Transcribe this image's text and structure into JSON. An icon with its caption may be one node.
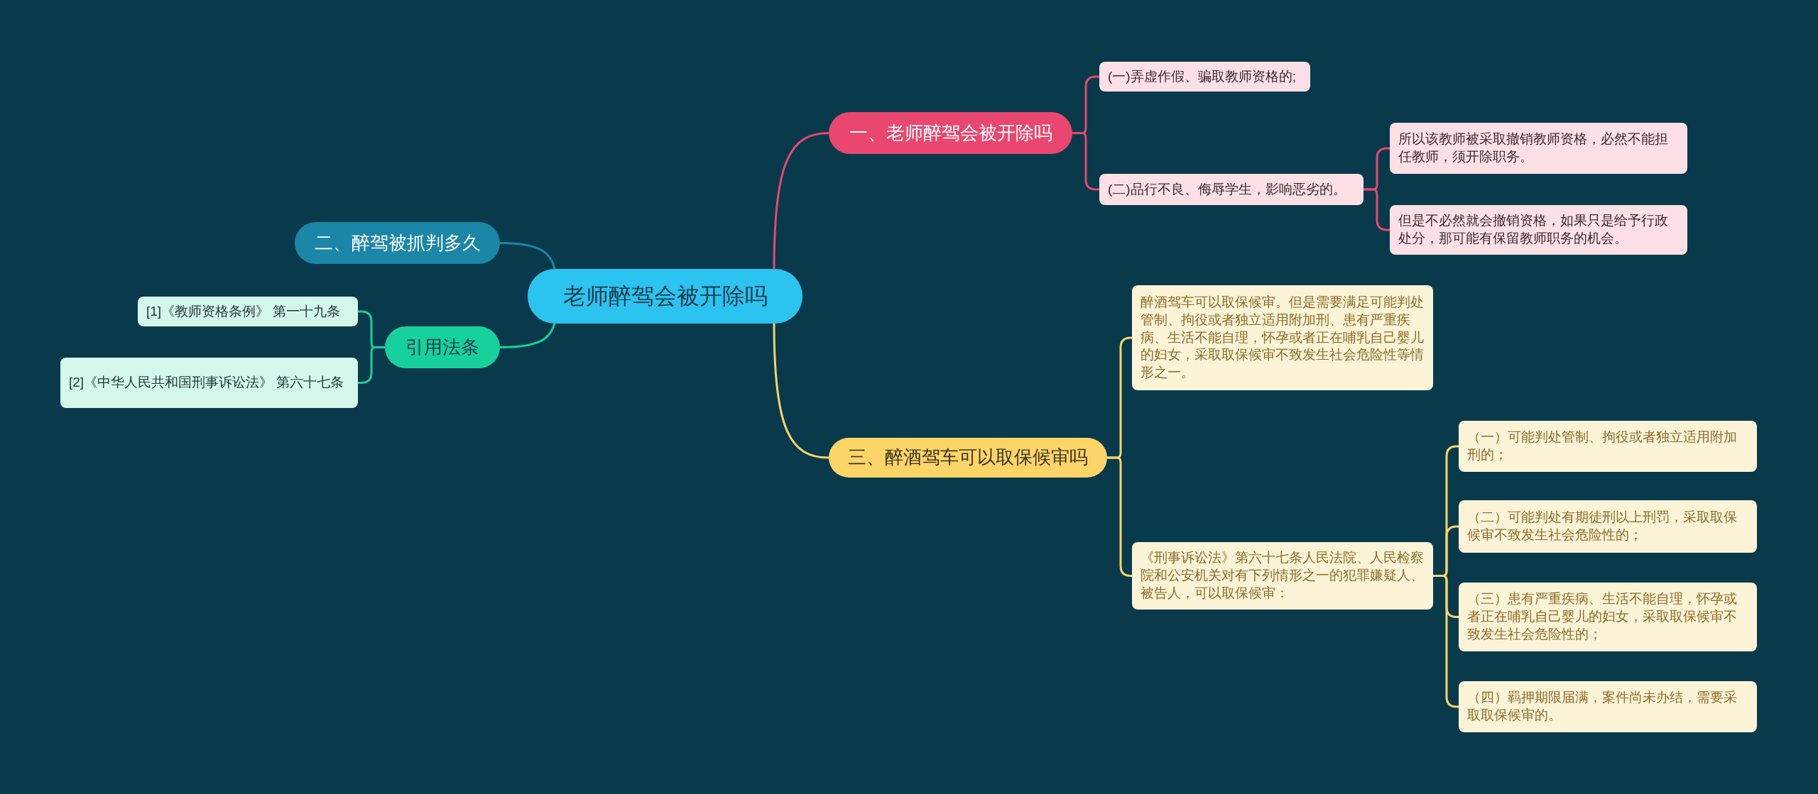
{
  "diagram": {
    "nodes": [
      {
        "text": [
          "老师醉驾会被开除吗"
        ]
      },
      {
        "text": [
          "一、老师醉驾会被开除吗"
        ]
      },
      {
        "text": [
          "(一)弄虚作假、骗取教师资格的;"
        ]
      },
      {
        "text": [
          "(二)品行不良、侮辱学生，影响恶劣的。"
        ]
      },
      {
        "text": [
          "所以该教师被采取撤销教师资格，必然不能担任教师，须开除职务。"
        ]
      },
      {
        "text": [
          "但是不必然就会撤销资格，如果只是给予行政处分，那可能有保留教师职务的机会。"
        ]
      },
      {
        "text": [
          "二、醉驾被抓判多久"
        ]
      },
      {
        "text": [
          "引用法条"
        ]
      },
      {
        "text": [
          "[1]《教师资格条例》 第一十九条"
        ]
      },
      {
        "text": [
          "[2]《中华人民共和国刑事诉讼法》 第六十七条"
        ]
      },
      {
        "text": [
          "三、醉酒驾车可以取保候审吗"
        ]
      },
      {
        "text": [
          "醉酒驾车可以取保候审。但是需要满足可能判处管制、拘役或者独立适用附加刑、患有严重疾病、生活不能自理，怀孕或者正在哺乳自己婴儿的妇女，采取取保候审不致发生社会危险性等情形之一。"
        ]
      },
      {
        "text": [
          "《刑事诉讼法》第六十七条人民法院、人民检察院和公安机关对有下列情形之一的犯罪嫌疑人、被告人，可以取保候审："
        ]
      },
      {
        "text": [
          "（一）可能判处管制、拘役或者独立适用附加刑的；"
        ]
      },
      {
        "text": [
          "（二）可能判处有期徒刑以上刑罚，采取取保候审不致发生社会危险性的；"
        ]
      },
      {
        "text": [
          "（三）患有严重疾病、生活不能自理，怀孕或者正在哺乳自己婴儿的妇女，采取取保候审不致发生社会危险性的；"
        ]
      },
      {
        "text": [
          "（四）羁押期限届满，案件尚未办结，需要采取取保候审的。"
        ]
      }
    ],
    "edges": [
      {
        "from": 0,
        "to": 1,
        "arrow": "none",
        "color": "#e9476f"
      },
      {
        "from": 1,
        "to": 2,
        "arrow": "none",
        "color": "#e9476f"
      },
      {
        "from": 1,
        "to": 3,
        "arrow": "none",
        "color": "#e9476f"
      },
      {
        "from": 3,
        "to": 4,
        "arrow": "none",
        "color": "#e9476f"
      },
      {
        "from": 3,
        "to": 5,
        "arrow": "none",
        "color": "#e9476f"
      },
      {
        "from": 0,
        "to": 6,
        "arrow": "none",
        "color": "#1a86a8"
      },
      {
        "from": 0,
        "to": 7,
        "arrow": "none",
        "color": "#16d19b"
      },
      {
        "from": 7,
        "to": 8,
        "arrow": "none",
        "color": "#16d19b"
      },
      {
        "from": 7,
        "to": 9,
        "arrow": "none",
        "color": "#16d19b"
      },
      {
        "from": 0,
        "to": 10,
        "arrow": "none",
        "color": "#fdd468"
      },
      {
        "from": 10,
        "to": 11,
        "arrow": "none",
        "color": "#fdd468"
      },
      {
        "from": 10,
        "to": 12,
        "arrow": "none",
        "color": "#fdd468"
      },
      {
        "from": 12,
        "to": 13,
        "arrow": "none",
        "color": "#fdd468"
      },
      {
        "from": 12,
        "to": 14,
        "arrow": "none",
        "color": "#fdd468"
      },
      {
        "from": 12,
        "to": 15,
        "arrow": "none",
        "color": "#fdd468"
      },
      {
        "from": 12,
        "to": 16,
        "arrow": "none",
        "color": "#fdd468"
      }
    ]
  }
}
